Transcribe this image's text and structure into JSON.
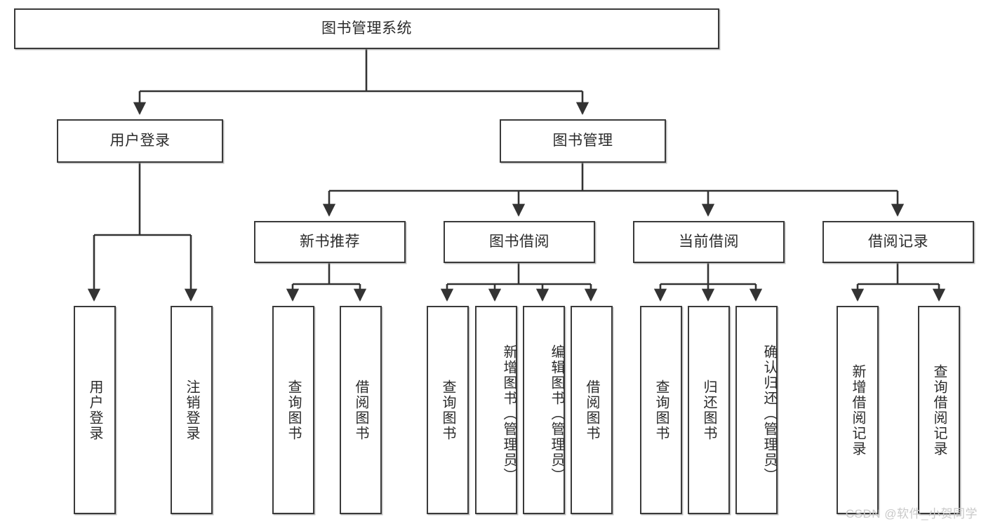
{
  "diagram": {
    "title": "图书管理系统",
    "type": "tree",
    "watermark": "CSDN @软件_小贺同学",
    "colors": {
      "box_border": "#3a3a3a",
      "box_fill": "#ffffff",
      "edge": "#333333",
      "text": "#2b2b2b",
      "watermark": "#c9c9c9"
    },
    "levels": {
      "root": {
        "label": "图书管理系统"
      },
      "level2": [
        {
          "label": "用户登录"
        },
        {
          "label": "图书管理"
        }
      ],
      "level3": [
        {
          "label": "新书推荐"
        },
        {
          "label": "图书借阅"
        },
        {
          "label": "当前借阅"
        },
        {
          "label": "借阅记录"
        }
      ],
      "leaves": [
        {
          "label": "用户登录",
          "parent": "用户登录"
        },
        {
          "label": "注销登录",
          "parent": "用户登录"
        },
        {
          "label": "查询图书",
          "parent": "新书推荐"
        },
        {
          "label": "借阅图书",
          "parent": "新书推荐"
        },
        {
          "label": "查询图书",
          "parent": "图书借阅"
        },
        {
          "label": "新增图书（管理员）",
          "parent": "图书借阅"
        },
        {
          "label": "编辑图书（管理员）",
          "parent": "图书借阅"
        },
        {
          "label": "借阅图书",
          "parent": "图书借阅"
        },
        {
          "label": "查询图书",
          "parent": "当前借阅"
        },
        {
          "label": "归还图书",
          "parent": "当前借阅"
        },
        {
          "label": "确认归还（管理员）",
          "parent": "当前借阅"
        },
        {
          "label": "新增借阅记录",
          "parent": "借阅记录"
        },
        {
          "label": "查询借阅记录",
          "parent": "借阅记录"
        }
      ]
    }
  }
}
